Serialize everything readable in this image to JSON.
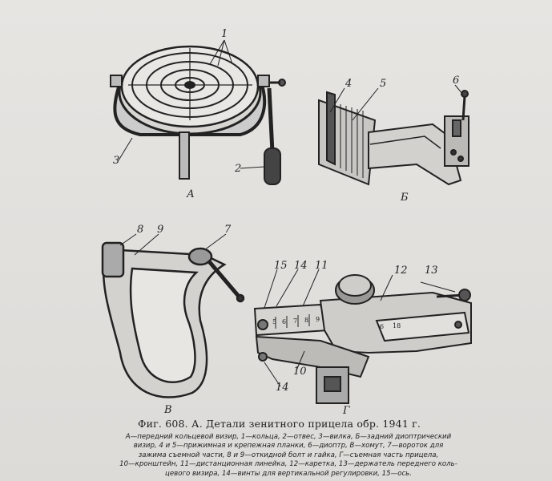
{
  "figure": {
    "number_label": "Фиг. 608.",
    "title": "А. Детали зенитного прицела обр. 1941 г.",
    "panel_labels": {
      "A": "А",
      "B": "Б",
      "V": "В",
      "G": "Г"
    },
    "part_numbers": {
      "a1": "1",
      "a2": "2",
      "a3": "3",
      "b4": "4",
      "b5": "5",
      "b6": "6",
      "v7": "7",
      "v8": "8",
      "v9": "9",
      "g10": "10",
      "g11": "11",
      "g12": "12",
      "g13": "13",
      "g14a": "14",
      "g14b": "14",
      "g15": "15"
    },
    "scale_marks": {
      "s5": "5",
      "s6": "6",
      "s7": "7",
      "s8": "8",
      "s9": "9",
      "s6b": "6",
      "s18": "18"
    }
  },
  "caption": {
    "line1": "А—передний кольцевой визир, 1—кольца, 2—отвес, 3—вилка, Б—задний диоптрический",
    "line2": "визир, 4 и 5—прижимная и крепежная планки, 6—диоптр, В—хомут, 7—вороток для",
    "line3": "зажима съемной части, 8 и 9—откидной болт и гайка, Г—съемная часть прицела,",
    "line4": "10—кронштейн, 11—дистанционная линейка, 12—каретка, 13—держатель переднего коль-",
    "line5": "цевого визира, 14—винты для вертикальной регулировки, 15—ось."
  }
}
